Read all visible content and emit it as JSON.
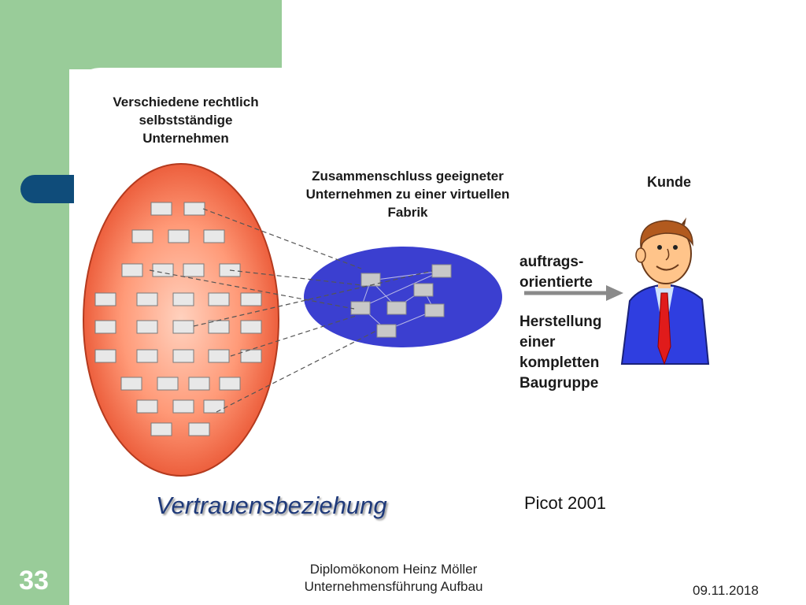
{
  "slide": {
    "number": "33",
    "title_left": [
      "Verschiedene rechtlich",
      "selbstständige",
      "Unternehmen"
    ],
    "title_middle": [
      "Zusammenschluss geeigneter",
      "Unternehmen zu einer virtuellen",
      "Fabrik"
    ],
    "customer_label": "Kunde",
    "arrow_label": [
      "auftrags-",
      "orientierte"
    ],
    "arrow_label_2": [
      "Herstellung",
      "einer",
      "kompletten",
      "Baugruppe"
    ],
    "caption": "Vertrauensbeziehung",
    "source": "Picot 2001",
    "footer_lines": [
      "Diplomökonom Heinz Möller",
      "Unternehmensführung Aufbau"
    ],
    "date": "09.11.2018"
  },
  "colors": {
    "sidebar_green": "#99cc99",
    "tab_navy": "#0f4c7a",
    "big_ellipse_edge": "#e8502e",
    "big_ellipse_center": "#ffd2bf",
    "blue_ellipse": "#3b3fd0",
    "box_fill": "#e8e8e8",
    "box_border": "#7a7a7a"
  }
}
